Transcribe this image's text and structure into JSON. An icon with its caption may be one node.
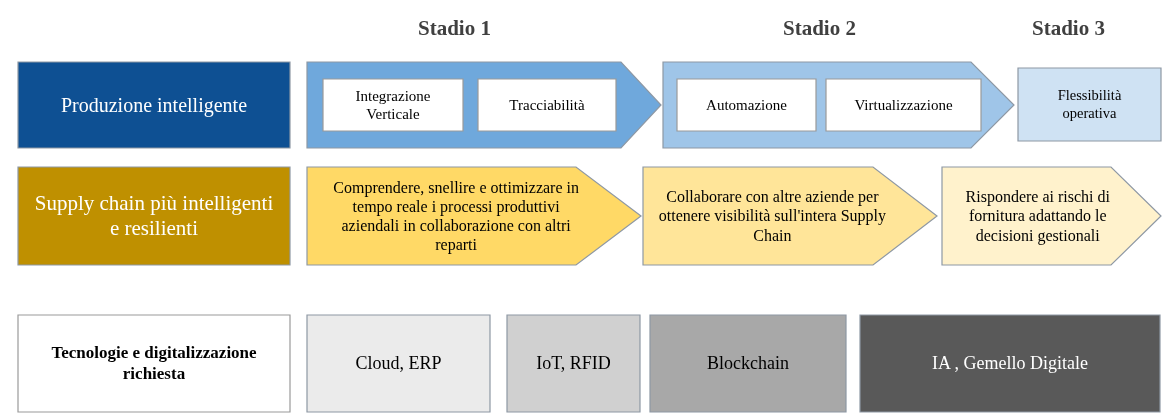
{
  "diagram": {
    "nodes": [
      {
        "text": [
          "Produzione intelligente"
        ]
      },
      {
        "text": [],
        "shape": "chevron"
      },
      {
        "text": [
          "Integrazione Verticale"
        ],
        "in": 1
      },
      {
        "text": [
          "Tracciabilità"
        ],
        "in": 1
      },
      {
        "text": [],
        "shape": "chevron"
      },
      {
        "text": [
          "Automazione"
        ],
        "in": 4
      },
      {
        "text": [
          "Virtualizzazione"
        ],
        "in": 4
      },
      {
        "text": [
          "Flessibilità operativa"
        ]
      },
      {
        "text": [
          "Supply chain più intelligenti e resilienti"
        ]
      },
      {
        "text": [
          "Comprendere, snellire e ottimizzare in tempo reale i processi produttivi aziendali in collaborazione con altri reparti"
        ]
      },
      {
        "text": [
          "Collaborare con altre aziende per ottenere visibilità sull'intera Supply Chain"
        ]
      },
      {
        "text": [
          "Rispondere ai rischi di fornitura adattando le decisioni gestionali"
        ]
      },
      {
        "text": [
          "Tecnologie e digitalizzazione richiesta"
        ]
      },
      {
        "text": [
          "Cloud, ERP"
        ]
      },
      {
        "text": [
          "IoT, RFID"
        ]
      },
      {
        "text": [
          "Blockchain"
        ]
      },
      {
        "text": [
          "IA , Gemello Digitale"
        ]
      }
    ],
    "edges": [],
    "labels": [
      "Stadio 1",
      "Stadio 2",
      "Stadio 3"
    ]
  }
}
